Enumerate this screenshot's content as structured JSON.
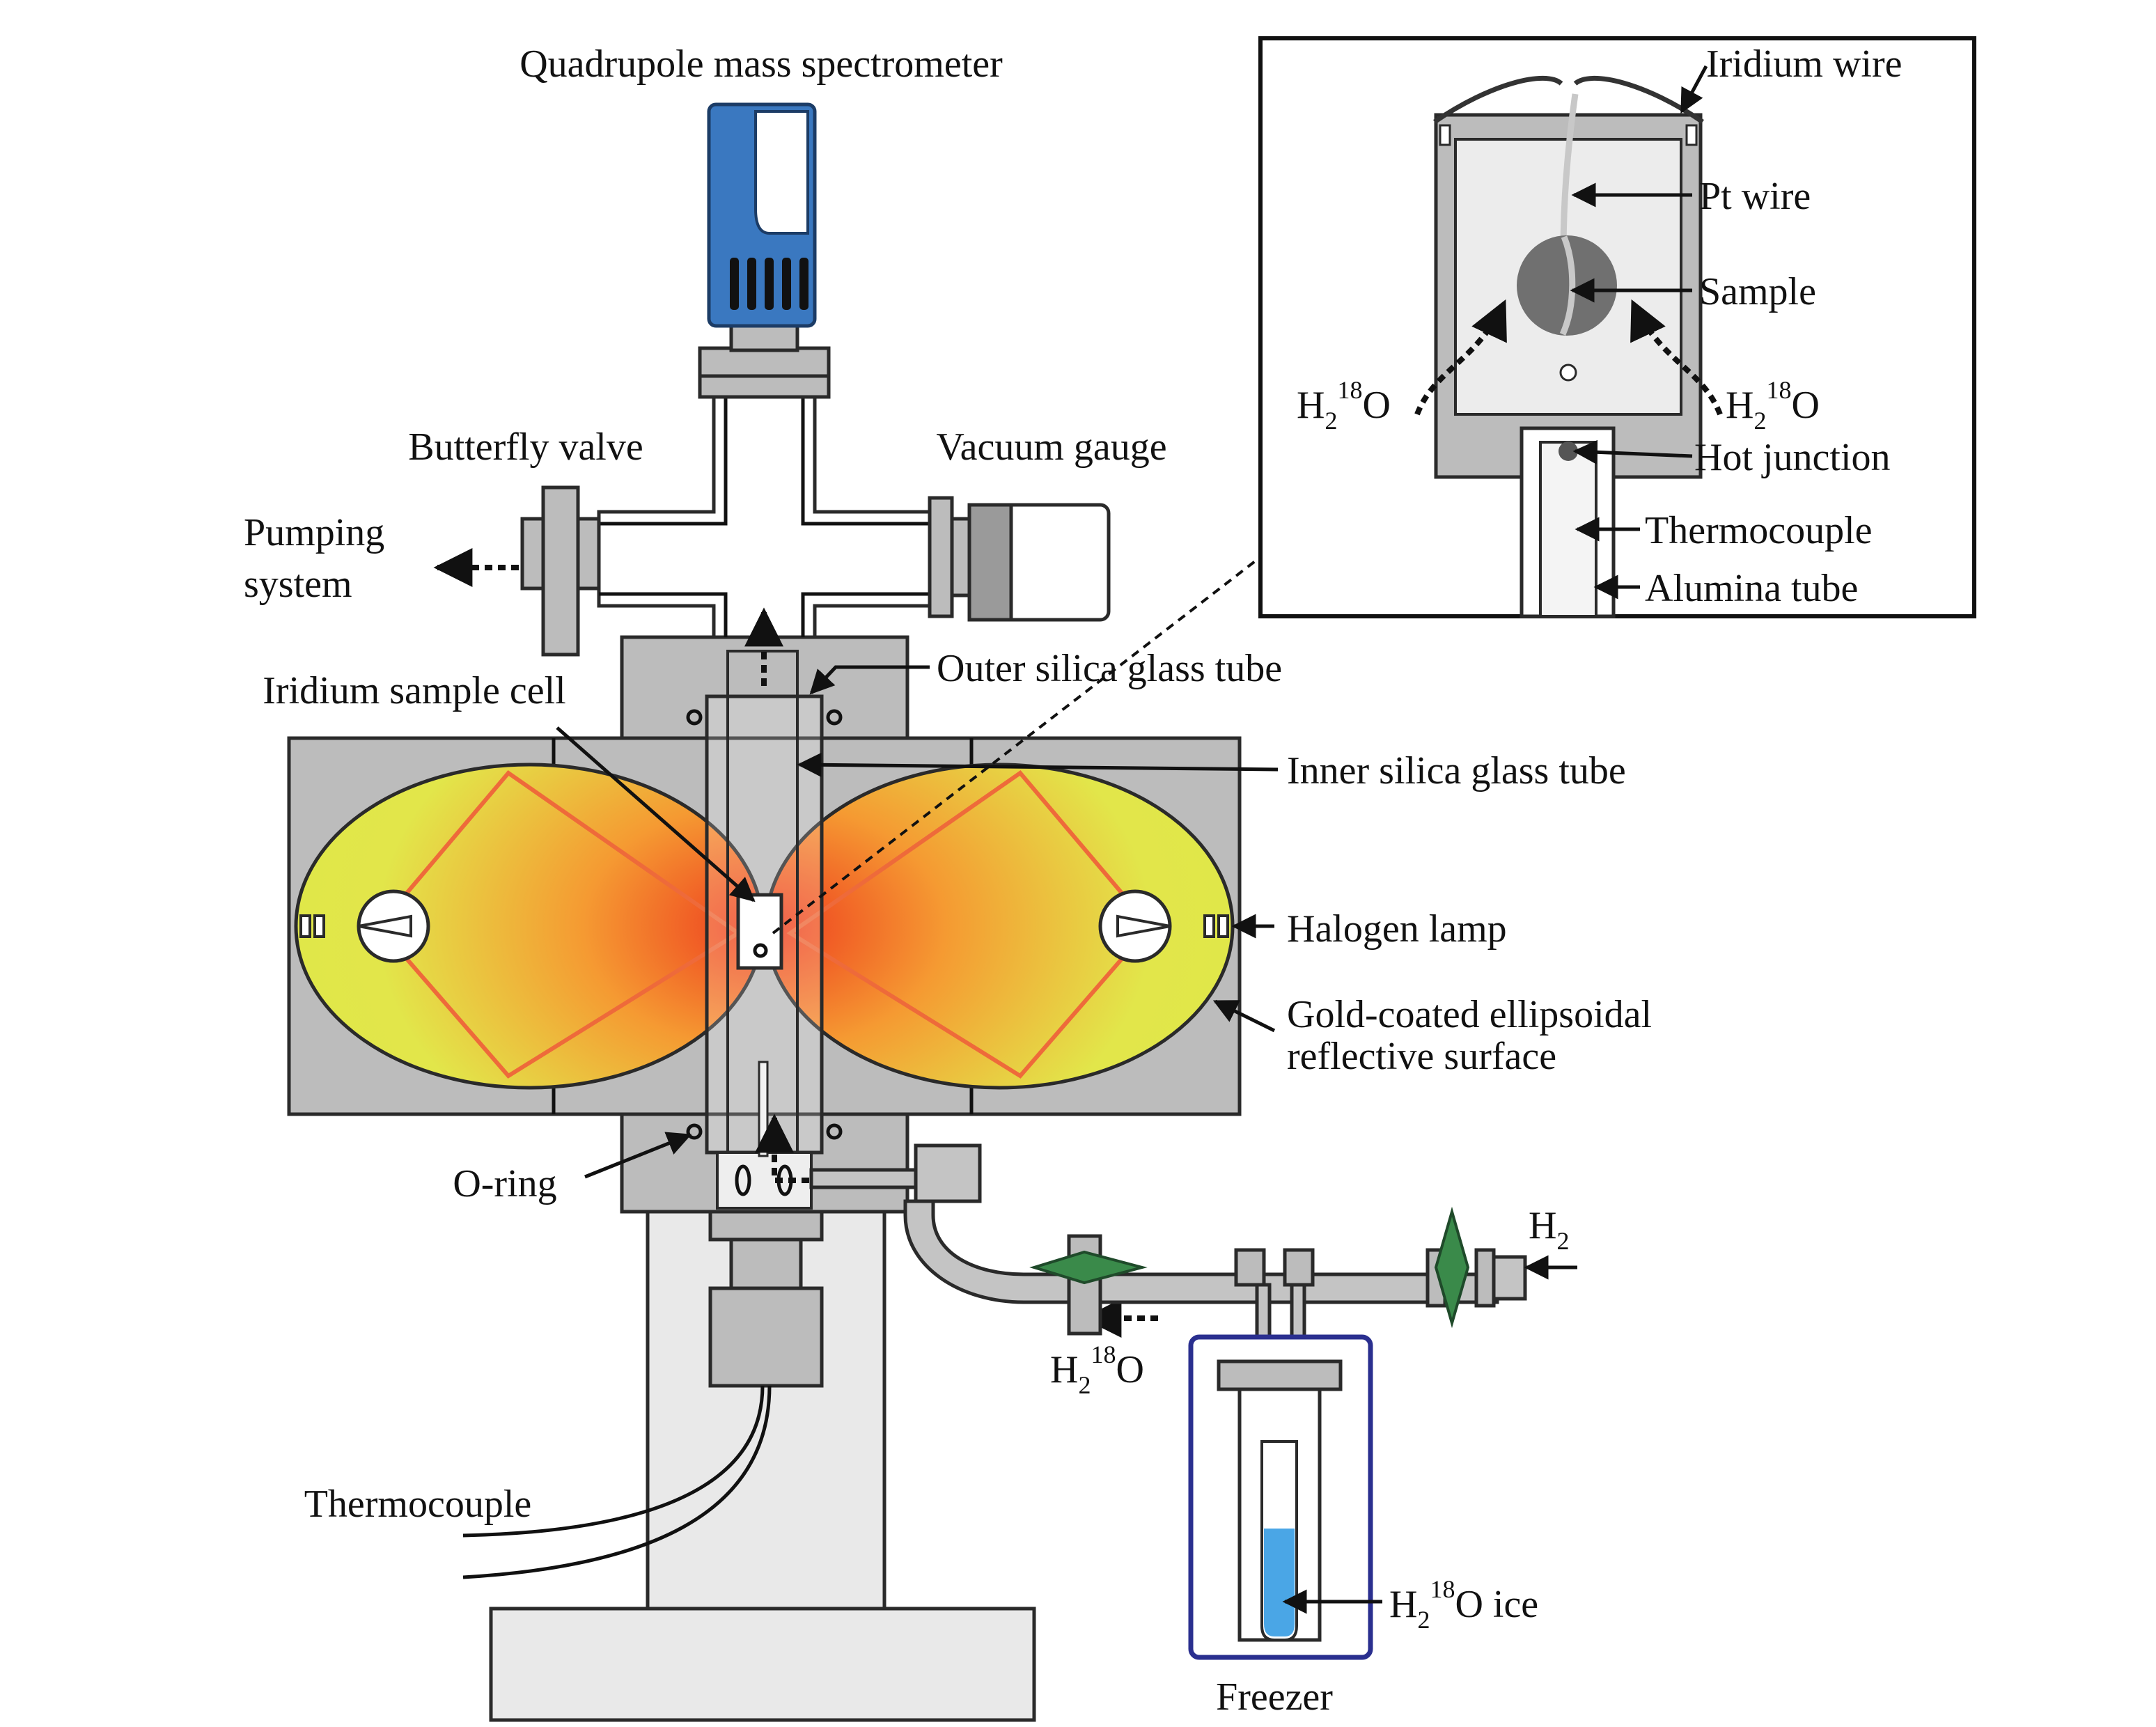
{
  "labels": {
    "qms": "Quadrupole mass spectrometer",
    "butterfly_valve": "Butterfly valve",
    "vacuum_gauge": "Vacuum gauge",
    "pumping_1": "Pumping",
    "pumping_2": "system",
    "outer_tube": "Outer silica glass tube",
    "iridium_cell": "Iridium sample cell",
    "inner_tube": "Inner silica glass tube",
    "halogen_lamp": "Halogen lamp",
    "gold_surface_1": "Gold-coated ellipsoidal",
    "gold_surface_2": "reflective surface",
    "o_ring": "O-ring",
    "thermocouple_main": "Thermocouple",
    "h2_main": "H",
    "h2_sub": "2",
    "h2o_flow_pre": "H",
    "h2o_flow_sub": "2",
    "h2o_flow_sup": "18",
    "h2o_flow_post": "O",
    "freezer": "Freezer",
    "ice_pre": "H",
    "ice_sub": "2",
    "ice_sup": "18",
    "ice_post": "O ice"
  },
  "inset": {
    "iridium_wire": "Iridium wire",
    "pt_wire": "Pt wire",
    "sample": "Sample",
    "hot_junction": "Hot junction",
    "thermocouple": "Thermocouple",
    "alumina_tube": "Alumina tube",
    "h2o_pre": "H",
    "h2o_sub": "2",
    "h2o_sup": "18",
    "h2o_post": "O"
  },
  "colors": {
    "qms_blue": "#3a78c0",
    "reflector_yellow": "#e6ea4a",
    "reflector_orange": "#f07a28",
    "ray_orange": "#ee6a3a",
    "valve_green": "#3a8a4a",
    "freezer_blue": "#2a2f8f",
    "ice_blue": "#4aa6e6",
    "metal_gray": "#bcbcbc"
  }
}
